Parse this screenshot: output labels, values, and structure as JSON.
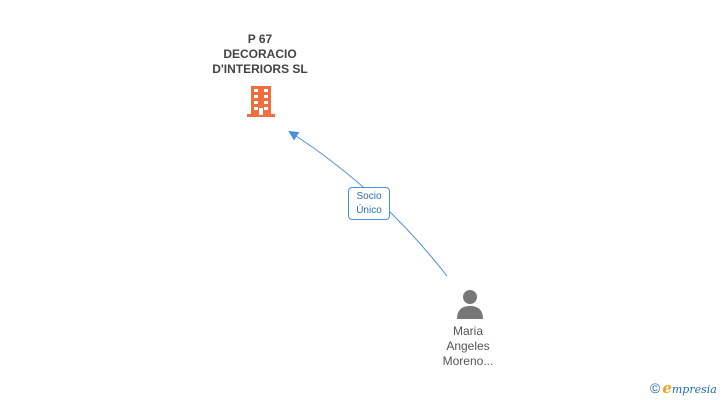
{
  "company": {
    "name_lines": [
      "P 67",
      "DECORACIO",
      "D'INTERIORS SL"
    ],
    "icon": "building-icon",
    "icon_color": "#f26d3d"
  },
  "person": {
    "name_lines": [
      "Maria",
      "Angeles",
      "Moreno..."
    ],
    "icon": "person-icon",
    "icon_color": "#777777"
  },
  "relation": {
    "label_lines": [
      "Socio",
      "Único"
    ],
    "edge_color": "#4a90d9"
  },
  "brand": {
    "copyright_symbol": "©",
    "logo_initial": "e",
    "logo_rest": "mpresia"
  }
}
